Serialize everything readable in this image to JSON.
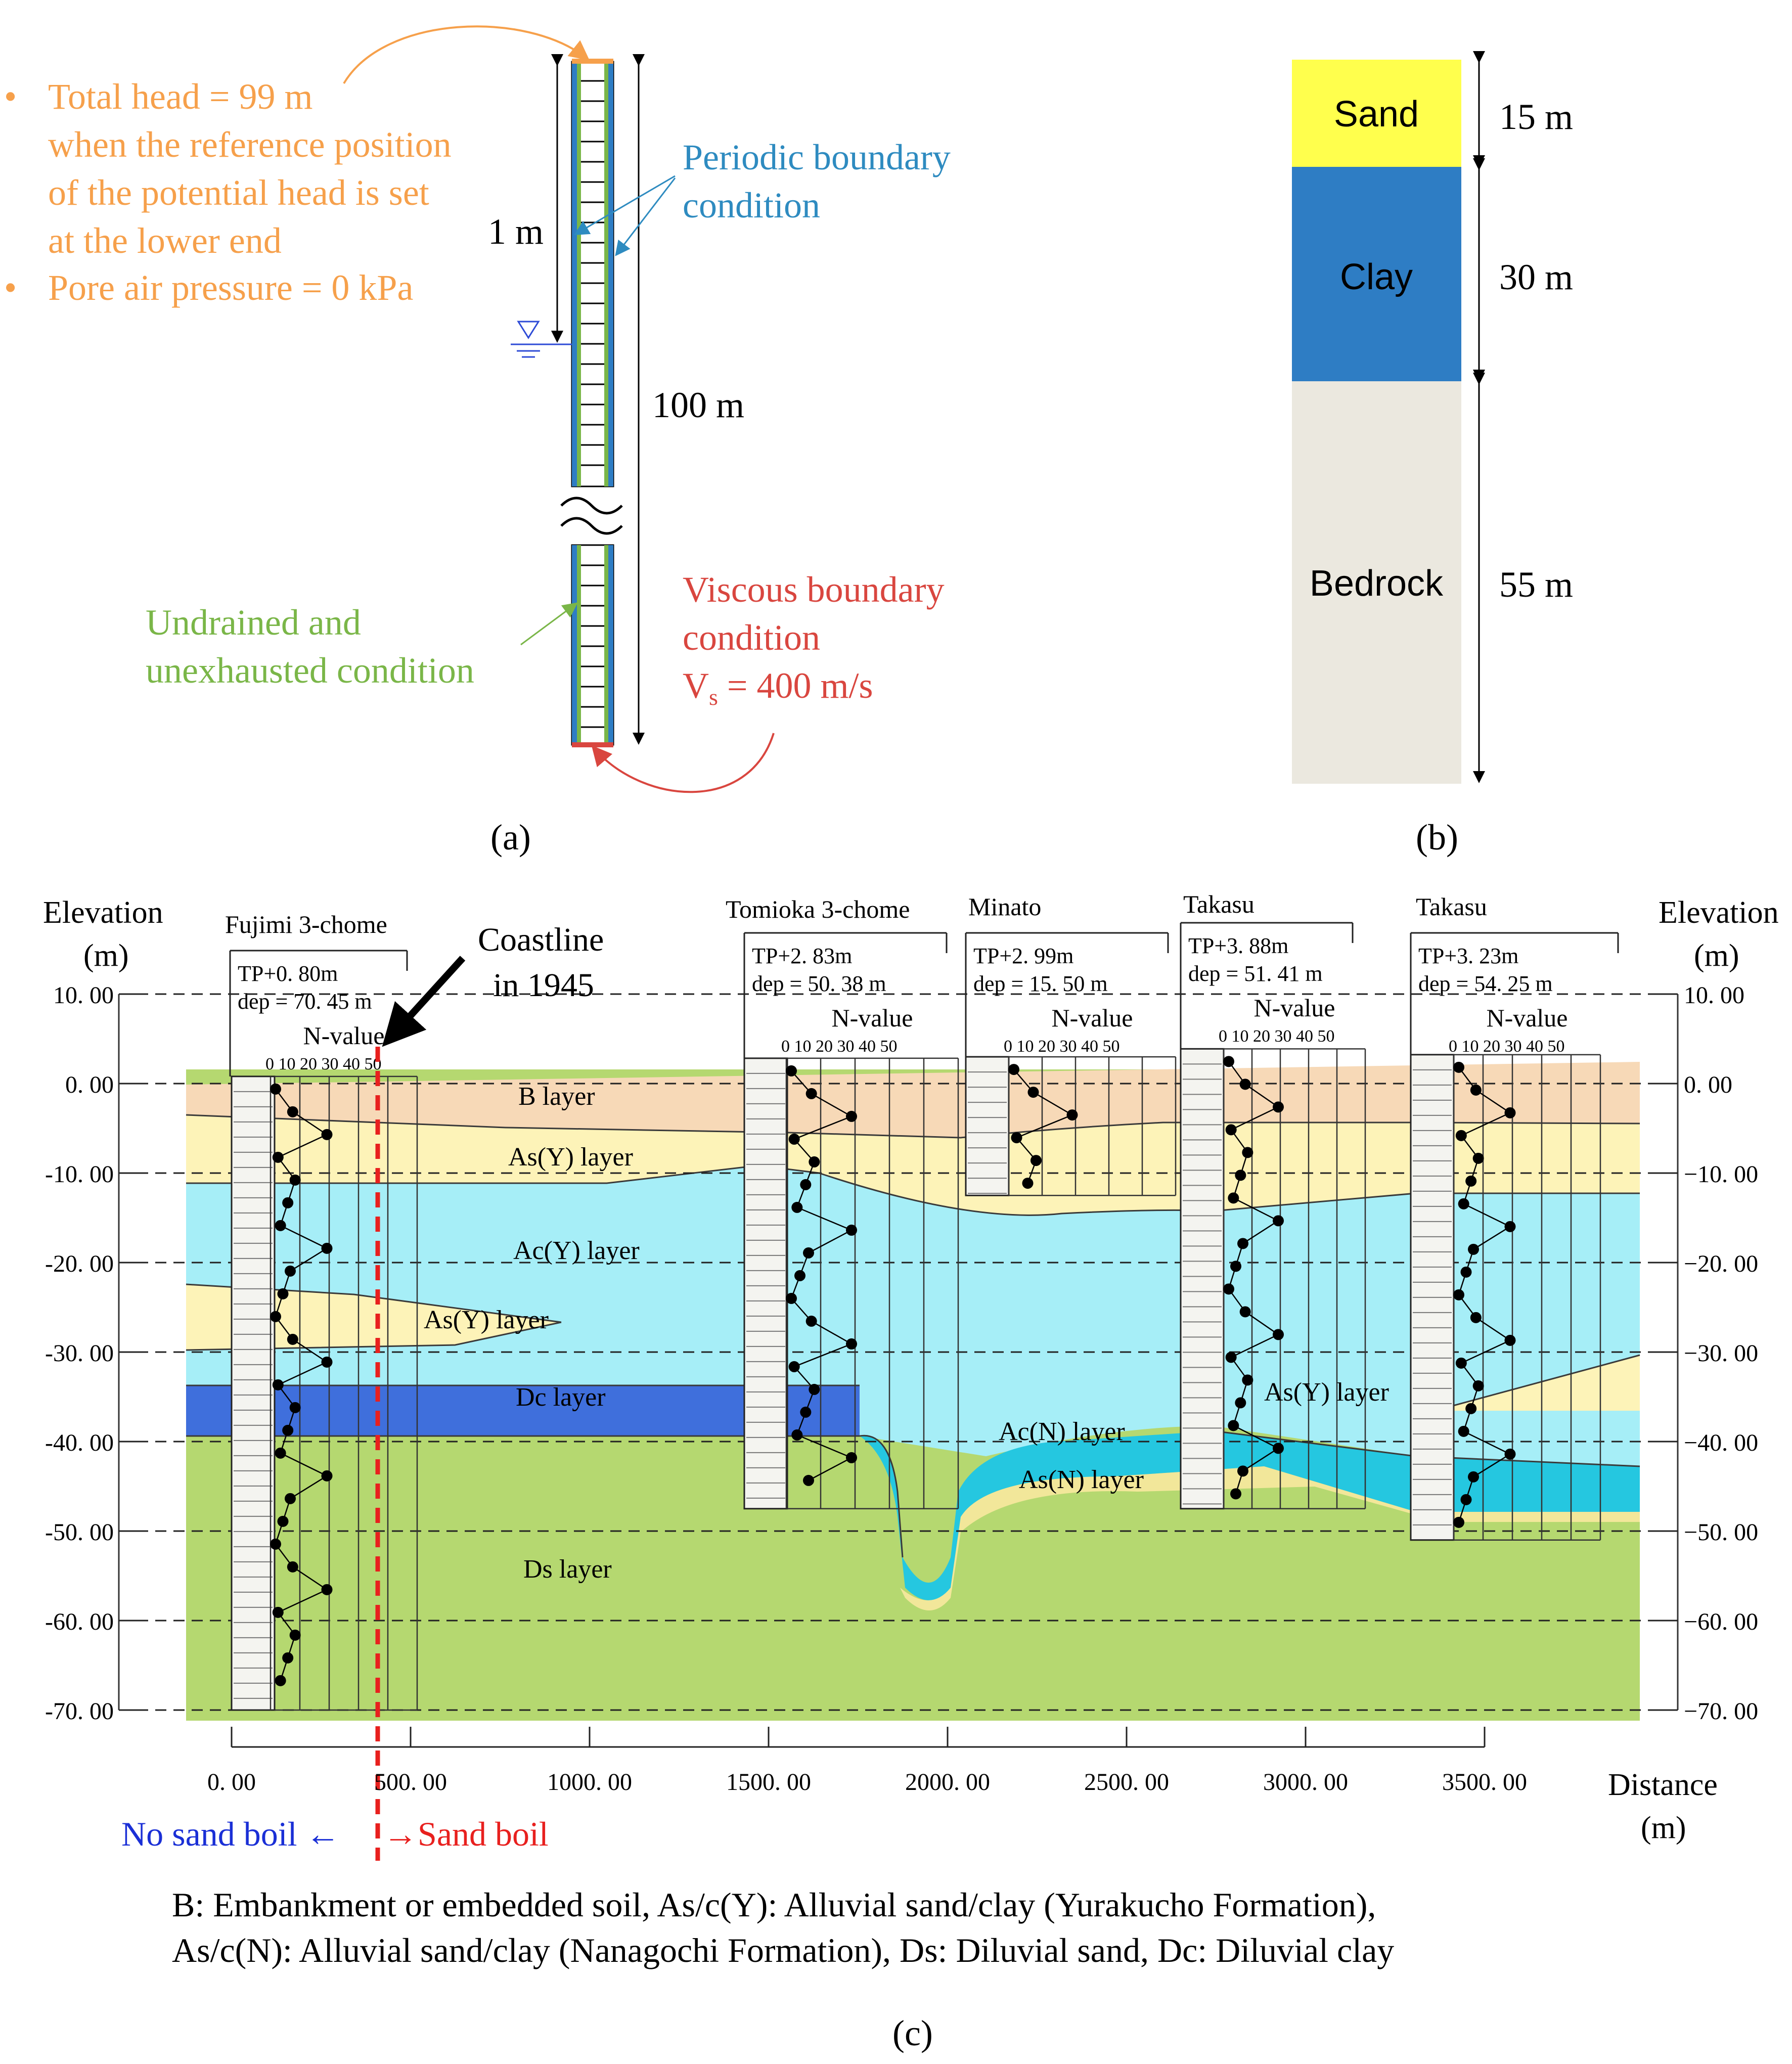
{
  "panel_a": {
    "label": "(a)",
    "bullets": [
      [
        "Total head = 99 m",
        "when the reference position",
        "of the potential head is set",
        "at the lower end"
      ],
      [
        "Pore air pressure = 0 kPa"
      ]
    ],
    "periodic": [
      "Periodic boundary",
      "condition"
    ],
    "undrained": [
      "Undrained and",
      "unexhausted condition"
    ],
    "viscous": [
      "Viscous boundary",
      "condition"
    ],
    "vs_prefix": "V",
    "vs_sub": "s",
    "vs_suffix": " = 400 m/s",
    "dim_1m": "1 m",
    "dim_100m": "100 m",
    "colors": {
      "orange": "#f6a04b",
      "blue": "#2e8bc0",
      "green": "#7ab648",
      "red": "#d9463f"
    }
  },
  "panel_b": {
    "label": "(b)",
    "layers": [
      {
        "name": "Sand",
        "thickness": "15 m",
        "color": "#ffff4d"
      },
      {
        "name": "Clay",
        "thickness": "30 m",
        "color": "#2e7dc4"
      },
      {
        "name": "Bedrock",
        "thickness": "55 m",
        "color": "#ebe8df"
      }
    ]
  },
  "panel_c": {
    "label": "(c)",
    "left_axis_title": [
      "Elevation",
      "(m)"
    ],
    "right_axis_title": [
      "Elevation",
      "(m)"
    ],
    "x_axis_title": [
      "Distance",
      "(m)"
    ],
    "y_ticks": [
      "10. 00",
      "0. 00",
      "-10. 00",
      "-20. 00",
      "-30. 00",
      "-40. 00",
      "-50. 00",
      "-60. 00",
      "-70. 00"
    ],
    "y_ticks_right": [
      "10. 00",
      "0. 00",
      "−10. 00",
      "−20. 00",
      "−30. 00",
      "−40. 00",
      "−50. 00",
      "−60. 00",
      "−70. 00"
    ],
    "x_ticks": [
      "0. 00",
      "500. 00",
      "1000. 00",
      "1500. 00",
      "2000. 00",
      "2500. 00",
      "3000. 00",
      "3500. 00"
    ],
    "coastline": [
      "Coastline",
      "in 1945"
    ],
    "no_sand_boil": "No sand boil ←",
    "sand_boil": "→Sand boil",
    "n_value_label": "N-value",
    "n_scale": "0  10 20 30 40 50",
    "n_scale_short": "0  10 20 30 40 50",
    "boreholes": [
      {
        "name": "Fujimi 3-chome",
        "tp": "TP+0. 80m",
        "dep": "dep = 70. 45 m"
      },
      {
        "name": "Tomioka 3-chome",
        "tp": "TP+2. 83m",
        "dep": "dep = 50. 38 m"
      },
      {
        "name": "Minato",
        "tp": "TP+2. 99m",
        "dep": "dep = 15. 50 m"
      },
      {
        "name": "Takasu",
        "tp": "TP+3. 88m",
        "dep": "dep = 51. 41 m"
      },
      {
        "name": "Takasu",
        "tp": "TP+3. 23m",
        "dep": "dep = 54. 25 m"
      }
    ],
    "layer_labels": {
      "b": "B layer",
      "asy": "As(Y) layer",
      "acy": "Ac(Y) layer",
      "asy2": "As(Y) layer",
      "dc": "Dc layer",
      "ds": "Ds layer",
      "acn": "Ac(N) layer",
      "asn": "As(N) layer",
      "asy3": "As(Y) layer"
    },
    "colors": {
      "b": "#f7d9b7",
      "asy": "#fdf3b8",
      "acy": "#a6eef7",
      "dc": "#3f6fdc",
      "ds": "#b5d870",
      "acn": "#25c7e0",
      "asn": "#f2e79a"
    },
    "legend": [
      "B: Embankment or embedded soil, As/c(Y): Alluvial sand/clay (Yurakucho Formation),",
      "As/c(N): Alluvial sand/clay (Nanagochi Formation), Ds: Diluvial sand, Dc: Diluvial clay"
    ]
  }
}
